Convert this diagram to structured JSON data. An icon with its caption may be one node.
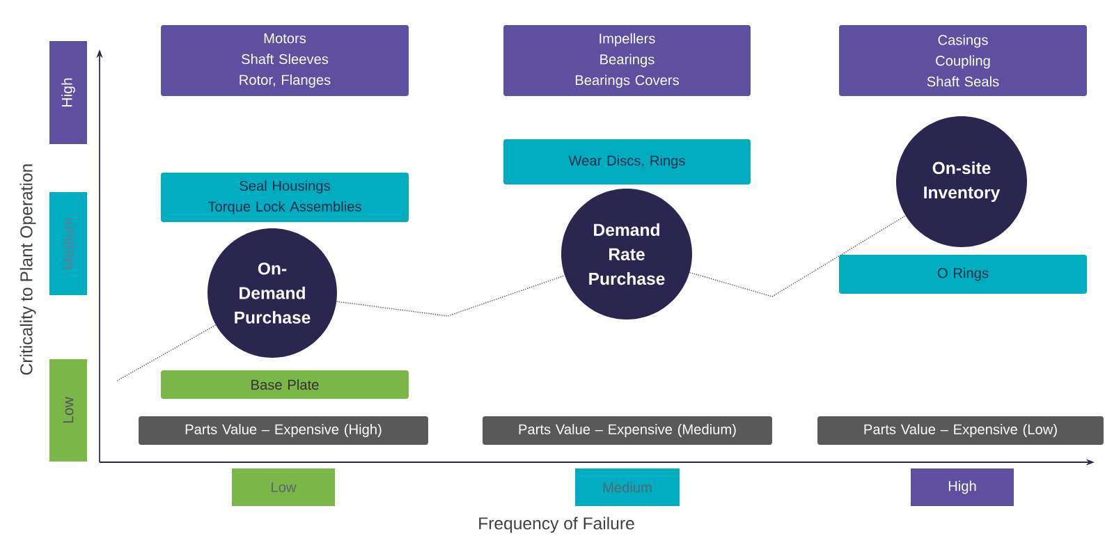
{
  "diagram": {
    "nodes": [
      {
        "text": [
          "High"
        ]
      },
      {
        "text": [
          "Motors",
          "Shaft Sleeves",
          "Rotor, Flanges"
        ]
      },
      {
        "text": [
          "Impellers",
          "Bearings",
          "Bearings Covers"
        ]
      },
      {
        "text": [
          "Casings",
          "Coupling",
          "Shaft Seals"
        ]
      },
      {
        "text": [
          "Wear Discs, Rings"
        ]
      },
      {
        "text": [
          "On-site Inventory"
        ]
      },
      {
        "text": [
          "Seal Housings",
          "Torque Lock Assemblies"
        ]
      },
      {
        "text": [
          "Medium"
        ]
      },
      {
        "text": [
          "Demand Rate Purchase"
        ]
      },
      {
        "text": [
          "O Rings"
        ]
      },
      {
        "text": [
          "On-Demand Purchase"
        ]
      },
      {
        "text": [
          "Low"
        ]
      },
      {
        "text": [
          "Base Plate"
        ]
      },
      {
        "text": [
          "Parts Value – Expensive (High)"
        ]
      },
      {
        "text": [
          "Parts Value – Expensive (Medium)"
        ]
      },
      {
        "text": [
          "Parts Value – Expensive (Low)"
        ]
      },
      {
        "text": [
          "Low"
        ]
      },
      {
        "text": [
          "Medium"
        ]
      },
      {
        "text": [
          "High"
        ]
      }
    ],
    "edges": [
      {
        "from": null,
        "to": 10,
        "arrow": "none"
      },
      {
        "from": 10,
        "to": 8,
        "arrow": "none"
      },
      {
        "from": 8,
        "to": 5,
        "arrow": "none"
      }
    ],
    "labels": [
      "Criticality to Plant Operation",
      "Frequency of Failure"
    ]
  }
}
